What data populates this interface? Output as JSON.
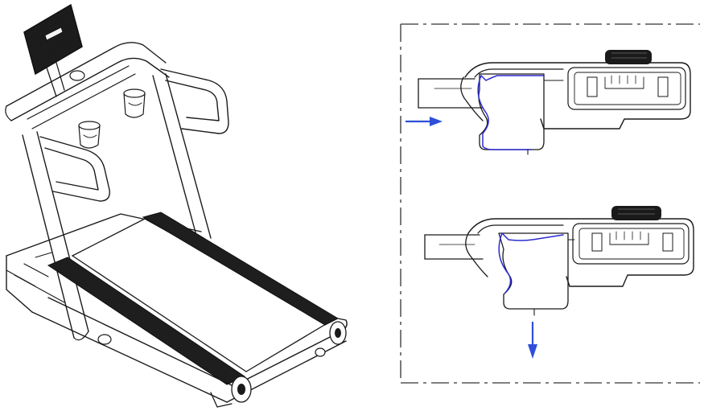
{
  "figure": {
    "panels": [
      {
        "id": "treadmill-overview",
        "description_label": ""
      },
      {
        "id": "latch-detail",
        "description_label": ""
      }
    ],
    "detail_views": [
      {
        "id": "latch-engage",
        "arrow_direction": "right"
      },
      {
        "id": "latch-release",
        "arrow_direction": "down"
      }
    ],
    "colors": {
      "line_art": "#1a1a1a",
      "highlight": "#2b2bd0",
      "arrow": "#2f4fd8",
      "frame_dash": "#333333"
    },
    "icons": {
      "console": "display-console-icon",
      "cup_holder": "cup-holder-icon",
      "arrow_right": "arrow-right-icon",
      "arrow_down": "arrow-down-icon",
      "knob": "knob-icon"
    }
  }
}
